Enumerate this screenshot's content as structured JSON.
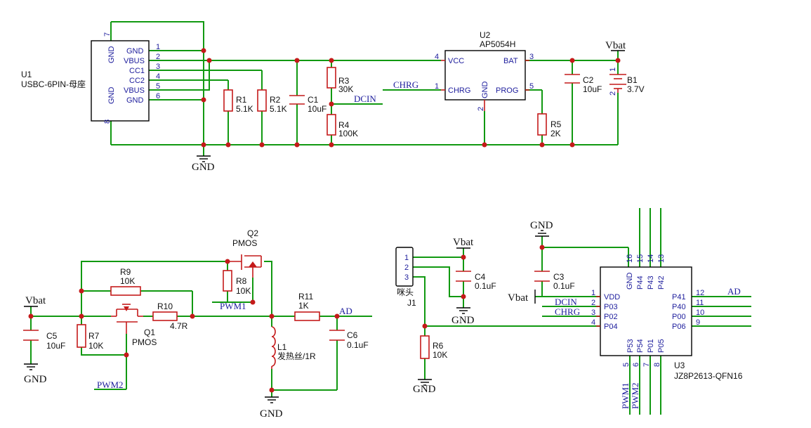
{
  "power": {
    "vbat": "Vbat",
    "gnd": "GND"
  },
  "u1": {
    "ref": "U1",
    "name": "USBC-6PIN-母座",
    "pins": [
      {
        "n": "1",
        "name": "GND"
      },
      {
        "n": "2",
        "name": "VBUS"
      },
      {
        "n": "3",
        "name": "CC1"
      },
      {
        "n": "4",
        "name": "CC2"
      },
      {
        "n": "5",
        "name": "VBUS"
      },
      {
        "n": "6",
        "name": "GND"
      },
      {
        "n": "7",
        "name": "GND"
      },
      {
        "n": "8",
        "name": "GND"
      }
    ]
  },
  "u2": {
    "ref": "U2",
    "name": "AP5054H",
    "pins": [
      {
        "n": "4",
        "name": "VCC"
      },
      {
        "n": "1",
        "name": "CHRG"
      },
      {
        "n": "3",
        "name": "BAT"
      },
      {
        "n": "5",
        "name": "PROG"
      },
      {
        "n": "2",
        "name": "GND"
      }
    ]
  },
  "u3": {
    "ref": "U3",
    "name": "JZ8P2613-QFN16",
    "left_pins": [
      {
        "n": "1",
        "name": "VDD"
      },
      {
        "n": "2",
        "name": "P03"
      },
      {
        "n": "3",
        "name": "P02"
      },
      {
        "n": "4",
        "name": "P04"
      }
    ],
    "right_pins": [
      {
        "n": "12",
        "name": "P41"
      },
      {
        "n": "11",
        "name": "P40"
      },
      {
        "n": "10",
        "name": "P00"
      },
      {
        "n": "9",
        "name": "P06"
      }
    ],
    "top_pins": [
      {
        "n": "16",
        "name": "GND"
      },
      {
        "n": "15",
        "name": "P44"
      },
      {
        "n": "14",
        "name": "P43"
      },
      {
        "n": "13",
        "name": "P42"
      }
    ],
    "bottom_pins": [
      {
        "n": "5",
        "name": "P53"
      },
      {
        "n": "6",
        "name": "P54"
      },
      {
        "n": "7",
        "name": "P01"
      },
      {
        "n": "8",
        "name": "P05"
      }
    ]
  },
  "parts": {
    "r1": {
      "ref": "R1",
      "value": "5.1K"
    },
    "r2": {
      "ref": "R2",
      "value": "5.1K"
    },
    "c1": {
      "ref": "C1",
      "value": "10uF"
    },
    "r3": {
      "ref": "R3",
      "value": "30K"
    },
    "r4": {
      "ref": "R4",
      "value": "100K"
    },
    "c2": {
      "ref": "C2",
      "value": "10uF"
    },
    "b1": {
      "ref": "B1",
      "value": "3.7V",
      "pin1": "1",
      "pin2": "2"
    },
    "r5": {
      "ref": "R5",
      "value": "2K"
    },
    "r9": {
      "ref": "R9",
      "value": "10K"
    },
    "q2": {
      "ref": "Q2",
      "value": "PMOS"
    },
    "r8": {
      "ref": "R8",
      "value": "10K"
    },
    "r10": {
      "ref": "R10",
      "value": "4.7R"
    },
    "q1": {
      "ref": "Q1",
      "value": "PMOS"
    },
    "c5": {
      "ref": "C5",
      "value": "10uF"
    },
    "r7": {
      "ref": "R7",
      "value": "10K"
    },
    "r11": {
      "ref": "R11",
      "value": "1K"
    },
    "c6": {
      "ref": "C6",
      "value": "0.1uF"
    },
    "l1": {
      "ref": "L1",
      "value": "发热丝/1R"
    },
    "j1": {
      "ref": "J1",
      "value": "咪头",
      "pins": [
        "1",
        "2",
        "3"
      ]
    },
    "c4": {
      "ref": "C4",
      "value": "0.1uF"
    },
    "r6": {
      "ref": "R6",
      "value": "10K"
    },
    "c3": {
      "ref": "C3",
      "value": "0.1uF"
    }
  },
  "nets": {
    "dcin": "DCIN",
    "chrg": "CHRG",
    "ad": "AD",
    "pwm1": "PWM1",
    "pwm2": "PWM2"
  },
  "colors": {
    "wire": "#119911",
    "part": "#c41a1a",
    "text": "#1c1c9c",
    "junction": "#c41a1a"
  }
}
